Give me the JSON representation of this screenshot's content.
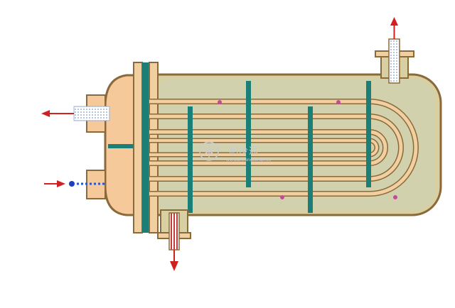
{
  "watermark": {
    "name_cn": "制冷通",
    "url": "www.zhilengtong.net",
    "logo_icon": "snowflake-badge-icon"
  },
  "palette": {
    "shell_fill": "#d8cfa2",
    "shell_outline": "#8a6a3a",
    "tube_fill": "#f1cfa0",
    "baffle": "#1b7f77",
    "head_fill": "#f5c99a",
    "inner_fluid": "#c6d8c2",
    "hot_flow": "#d21f1f",
    "cold_flow": "#1f3fbf",
    "nozzle_fill": "#9aa8c8"
  },
  "flows": [
    {
      "id": "shell-outlet-top",
      "direction": "up"
    },
    {
      "id": "tube-outlet-left",
      "direction": "left"
    },
    {
      "id": "tube-inlet-left",
      "direction": "right"
    },
    {
      "id": "shell-inlet-bottom",
      "direction": "down"
    }
  ]
}
